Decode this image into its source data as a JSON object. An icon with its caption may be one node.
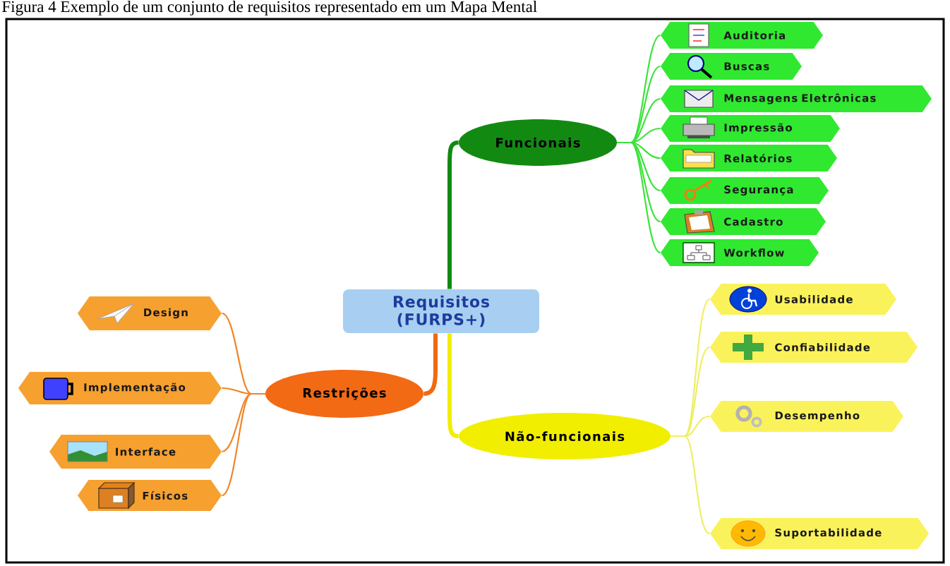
{
  "diagram": {
    "caption": "Figura 4 Exemplo de um conjunto de requisitos representado em um Mapa Mental",
    "nodes": [
      {
        "text": [
          "Requisitos (FURPS+)"
        ]
      },
      {
        "text": [
          "Funcionais"
        ]
      },
      {
        "text": [
          "Auditoria"
        ]
      },
      {
        "text": [
          "Buscas"
        ]
      },
      {
        "text": [
          "Mensagens Eletrônicas"
        ]
      },
      {
        "text": [
          "Impressão"
        ]
      },
      {
        "text": [
          "Relatórios"
        ]
      },
      {
        "text": [
          "Segurança"
        ]
      },
      {
        "text": [
          "Cadastro"
        ]
      },
      {
        "text": [
          "Workflow"
        ]
      },
      {
        "text": [
          "Não-funcionais"
        ]
      },
      {
        "text": [
          "Usabilidade"
        ]
      },
      {
        "text": [
          "Confiabilidade"
        ]
      },
      {
        "text": [
          "Desempenho"
        ]
      },
      {
        "text": [
          "Suportabilidade"
        ]
      },
      {
        "text": [
          "Restrições"
        ]
      },
      {
        "text": [
          "Design"
        ]
      },
      {
        "text": [
          "Implementação"
        ]
      },
      {
        "text": [
          "Interface"
        ]
      },
      {
        "text": [
          "Físicos"
        ]
      }
    ],
    "edges": [
      {
        "from": 0,
        "to": 1,
        "arrow": "none",
        "style": "thick",
        "color": "#128a12"
      },
      {
        "from": 1,
        "to": 2,
        "arrow": "none"
      },
      {
        "from": 1,
        "to": 3,
        "arrow": "none"
      },
      {
        "from": 1,
        "to": 4,
        "arrow": "none"
      },
      {
        "from": 1,
        "to": 5,
        "arrow": "none"
      },
      {
        "from": 1,
        "to": 6,
        "arrow": "none"
      },
      {
        "from": 1,
        "to": 7,
        "arrow": "none"
      },
      {
        "from": 1,
        "to": 8,
        "arrow": "none"
      },
      {
        "from": 1,
        "to": 9,
        "arrow": "none"
      },
      {
        "from": 0,
        "to": 10,
        "arrow": "none",
        "style": "thick",
        "color": "#f2ee00"
      },
      {
        "from": 10,
        "to": 11,
        "arrow": "none",
        "color": "#eeee66"
      },
      {
        "from": 10,
        "to": 12,
        "arrow": "none",
        "color": "#eeee66"
      },
      {
        "from": 10,
        "to": 13,
        "arrow": "none",
        "color": "#eeee66"
      },
      {
        "from": 10,
        "to": 14,
        "arrow": "none",
        "color": "#eeee66"
      },
      {
        "from": 0,
        "to": 15,
        "arrow": "none",
        "style": "thick",
        "color": "#f06a10"
      },
      {
        "from": 15,
        "to": 16,
        "arrow": "none",
        "color": "#f08428"
      },
      {
        "from": 15,
        "to": 17,
        "arrow": "none",
        "color": "#f08428"
      },
      {
        "from": 15,
        "to": 18,
        "arrow": "none",
        "color": "#f08428"
      },
      {
        "from": 15,
        "to": 19,
        "arrow": "none",
        "color": "#f08428"
      }
    ]
  }
}
